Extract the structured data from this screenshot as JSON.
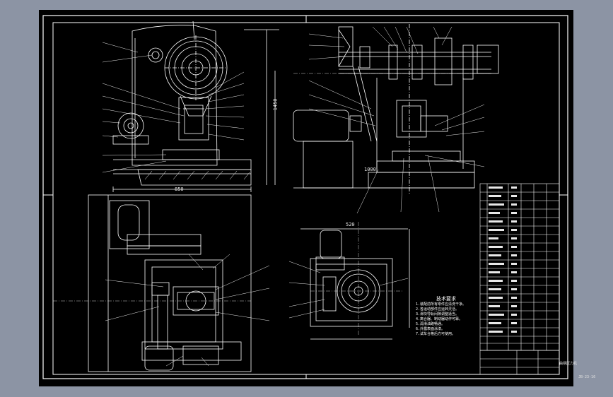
{
  "window": {
    "title": "punch press assembly drawing"
  },
  "colors": {
    "background": "#8c94a4",
    "sheet": "#000000",
    "line": "#ffffff",
    "parts": "#e8e8e8",
    "hatch": "#ffffff"
  },
  "drawing": {
    "dimensions": {
      "overall_width": "850",
      "side_width": "1000",
      "plan_width": "520",
      "height_label": "1450"
    },
    "technical_requirements": {
      "heading": "技术要求",
      "lines": [
        "1.装配前所有零件应清洗干净。",
        "2.各运动部件应运转灵活。",
        "3.滑块导轨间隙调整适当。",
        "4.离合器、制动器动作可靠。",
        "5.润滑油路畅通。",
        "6.外露表面涂漆。",
        "7.试车合格后方可使用。"
      ]
    },
    "title_block": {
      "name": "曲柄压力机",
      "code": "JB-23-16"
    }
  }
}
